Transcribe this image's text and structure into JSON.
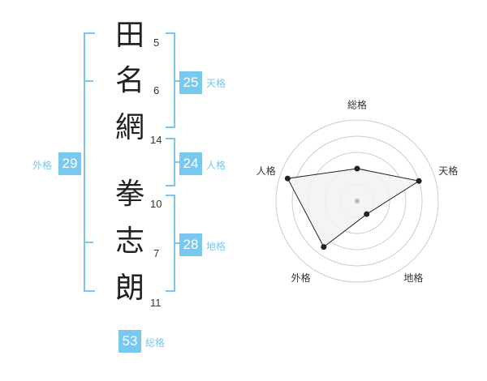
{
  "name": {
    "characters": [
      {
        "char": "田",
        "strokes": "5"
      },
      {
        "char": "名",
        "strokes": "6"
      },
      {
        "char": "網",
        "strokes": "14"
      },
      {
        "char": "拳",
        "strokes": "10"
      },
      {
        "char": "志",
        "strokes": "7"
      },
      {
        "char": "朗",
        "strokes": "11"
      }
    ]
  },
  "kaku": {
    "tenkaku": {
      "value": "25",
      "label": "天格"
    },
    "jinkaku": {
      "value": "24",
      "label": "人格"
    },
    "chikaku": {
      "value": "28",
      "label": "地格"
    },
    "gaikaku": {
      "value": "29",
      "label": "外格"
    },
    "soukaku": {
      "value": "53",
      "label": "総格"
    }
  },
  "colors": {
    "accent": "#78c8f0",
    "bracket": "#7cc6f0",
    "radar_fill": "#f2f2f2",
    "radar_line": "#222222",
    "grid": "#cccccc"
  },
  "chart_data": {
    "type": "radar",
    "axes": [
      "総格",
      "天格",
      "地格",
      "外格",
      "人格"
    ],
    "values": [
      2,
      4,
      1,
      3.5,
      4.5
    ],
    "max": 5,
    "rings": 5,
    "grid": true
  }
}
